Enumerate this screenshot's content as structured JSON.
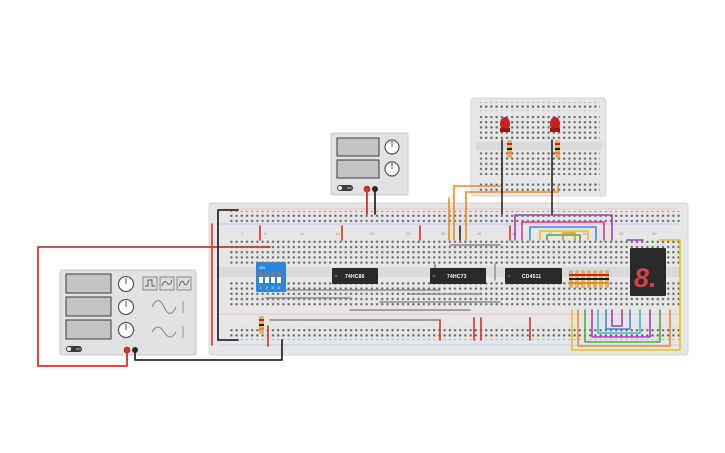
{
  "canvas": {
    "background": "#ffffff"
  },
  "breadboard_main": {
    "column_numbers": [
      "1",
      "5",
      "10",
      "15",
      "20",
      "25",
      "30",
      "35",
      "40",
      "45",
      "50",
      "55",
      "60"
    ],
    "color": "#e6e6e6"
  },
  "breadboard_top": {
    "color": "#e6e6e6"
  },
  "chips": [
    {
      "id": "chip-74hc86",
      "label": "74HC86"
    },
    {
      "id": "chip-74hc73",
      "label": "74HC73"
    },
    {
      "id": "chip-cd4511",
      "label": "CD4511"
    }
  ],
  "dip_switch": {
    "on_label": "ON",
    "numbers": [
      "1",
      "2",
      "3",
      "4"
    ],
    "color": "#2f86d6"
  },
  "seven_segment": {
    "digit": "8.",
    "color": "#d2424a"
  },
  "power_supply": {
    "button_label": "ON"
  },
  "function_generator": {
    "button_label": "ON"
  },
  "wire_colors": {
    "red": "#d8312a",
    "black": "#2b2b2b",
    "orange": "#ee8a1a",
    "purple": "#a43fb8",
    "green": "#4cae3a",
    "yellow": "#e8c21a",
    "blue": "#3b8be0",
    "cyan": "#39b7d6",
    "magenta": "#d23a9e",
    "gray": "#8a8a8a"
  }
}
